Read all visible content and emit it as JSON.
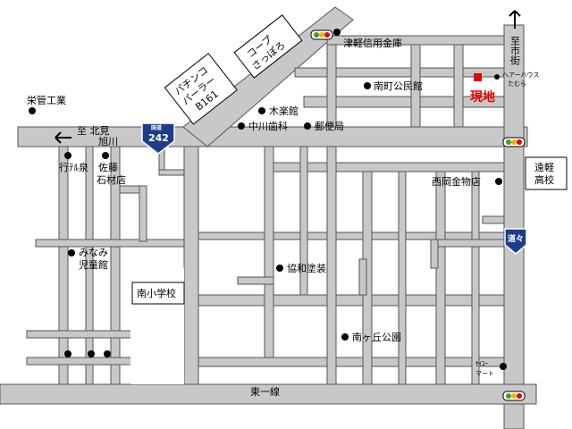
{
  "labels": {
    "coop_line1": "コープ",
    "coop_line2": "さっぽろ",
    "pachinko_line1": "パチンコ",
    "pachinko_line2": "パーラー",
    "pachinko_line3": "B161",
    "tsugaru_bank": "津軽信用金庫",
    "minamimachi_hall": "南町公民館",
    "hair_house_line1": "ヘアーハウス",
    "hair_house_line2": "たむら",
    "genchi": "現地",
    "to_city": "至市街",
    "sakan_kogyo": "栄管工業",
    "to_kitami": "至 北見",
    "to_asahikawa": "旭川",
    "mokuraku": "木楽館",
    "nakagawa_dental": "中川歯科",
    "post_office": "郵便局",
    "tsugaru_high_line1": "遠軽",
    "tsugaru_high_line2": "高校",
    "gyosen": "行ﾃﾙ泉",
    "sato_line1": "佐藤",
    "sato_line2": "石材店",
    "nishioka": "西岡金物店",
    "minami_line1": "みなみ",
    "minami_line2": "児童館",
    "kyowa_paint": "協和塗装",
    "minami_school": "南小学校",
    "minamigaoka_park": "南ヶ丘公園",
    "seicomart_line1": "ｾｲｺｰ",
    "seicomart_line2": "マート",
    "higashi_ichisen": "東一線"
  },
  "shields": {
    "national_route_caption": "国道",
    "national_route_number": "242",
    "prefectural_route": "道々"
  },
  "colors": {
    "road": "#c8c8c8",
    "road_edge": "#555555",
    "marker": "#000000",
    "site": "#e60000",
    "shield_blue": "#1e3c8c"
  }
}
